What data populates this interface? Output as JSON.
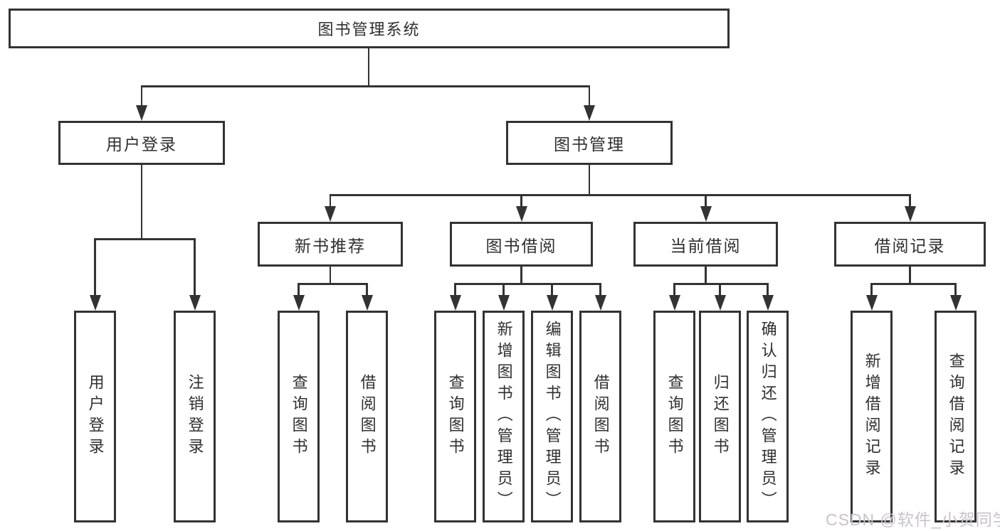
{
  "tree": {
    "root": {
      "label": "图书管理系统"
    },
    "user_login": {
      "label": "用户登录",
      "children": [
        {
          "label": "用户登录"
        },
        {
          "label": "注销登录"
        }
      ]
    },
    "book_mgmt": {
      "label": "图书管理",
      "children": [
        {
          "label": "新书推荐",
          "children": [
            {
              "label": "查询图书"
            },
            {
              "label": "借阅图书"
            }
          ]
        },
        {
          "label": "图书借阅",
          "children": [
            {
              "label": "查询图书"
            },
            {
              "label": "新增图书（管理员）"
            },
            {
              "label": "编辑图书（管理员）"
            },
            {
              "label": "借阅图书"
            }
          ]
        },
        {
          "label": "当前借阅",
          "children": [
            {
              "label": "查询图书"
            },
            {
              "label": "归还图书"
            },
            {
              "label": "确认归还（管理员）"
            }
          ]
        },
        {
          "label": "借阅记录",
          "children": [
            {
              "label": "新增借阅记录"
            },
            {
              "label": "查询借阅记录"
            }
          ]
        }
      ]
    }
  },
  "watermark": {
    "text": "CSDN @软件_小贺同学"
  },
  "colors": {
    "line": "#333333",
    "box_background": "#ffffff",
    "text": "#2f2f2f",
    "watermark": "#c9c2c8",
    "page_background": "#ffffff"
  }
}
